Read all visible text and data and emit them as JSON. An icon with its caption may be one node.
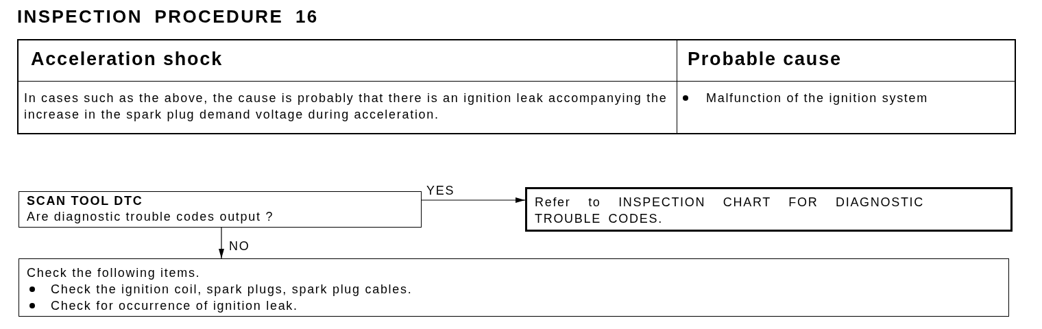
{
  "diagram": {
    "title": "INSPECTION PROCEDURE 16",
    "nodes": [
      {
        "text": [
          "SCAN TOOL DTC",
          "Are diagnostic trouble codes output ?"
        ]
      },
      {
        "text": [
          "Refer to INSPECTION CHART FOR DIAGNOSTIC TROUBLE CODES."
        ]
      },
      {
        "text": [
          "Check the following items.",
          "Check the ignition coil, spark plugs, spark plug cables.",
          "Check for occurrence of ignition leak."
        ]
      }
    ],
    "edges": [
      {
        "from": 0,
        "to": 1,
        "arrow": "to",
        "label": "YES"
      },
      {
        "from": 0,
        "to": 2,
        "arrow": "to",
        "label": "NO"
      }
    ],
    "labels": [
      "Acceleration shock",
      "Probable cause",
      "In cases such as the above, the cause is probably that there is an ignition leak accompanying the increase in the spark plug demand voltage during acceleration.",
      "Malfunction of the ignition system"
    ]
  }
}
